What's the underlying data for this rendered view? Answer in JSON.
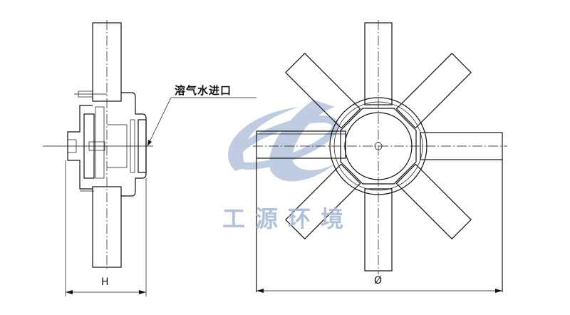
{
  "labels": {
    "inlet": "溶气水进口",
    "height_dim": "H",
    "diameter_dim": "Ø"
  },
  "watermark": {
    "text": "工源环境",
    "color": "#a9bbd8"
  }
}
